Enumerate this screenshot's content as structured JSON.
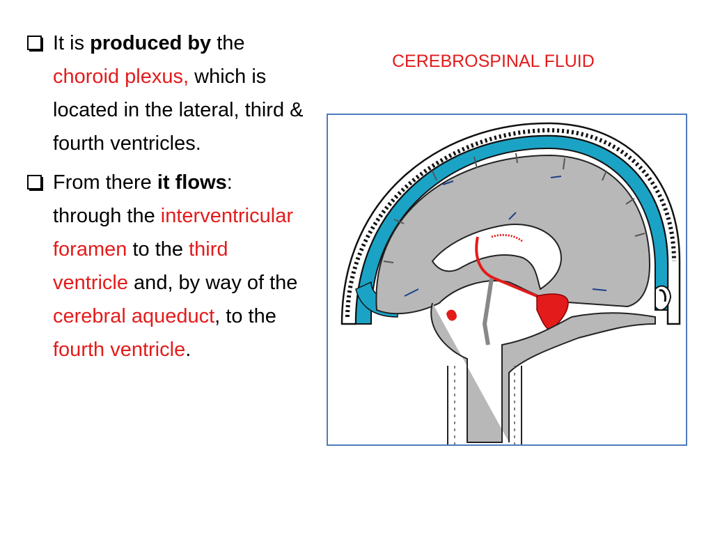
{
  "slide": {
    "title": "CEREBROSPINAL FLUID",
    "bullets": [
      {
        "parts": [
          {
            "text": "It is ",
            "style": "normal"
          },
          {
            "text": "produced by",
            "style": "bold"
          },
          {
            "text": " the ",
            "style": "normal"
          },
          {
            "text": "choroid plexus,",
            "style": "red"
          },
          {
            "text": " which is located in the lateral, third & fourth ventricles.",
            "style": "normal"
          }
        ]
      },
      {
        "parts": [
          {
            "text": "From there ",
            "style": "normal"
          },
          {
            "text": "it flows",
            "style": "bold"
          },
          {
            "text": ": through the ",
            "style": "normal"
          },
          {
            "text": "interventricular foramen",
            "style": "red"
          },
          {
            "text": " to the ",
            "style": "normal"
          },
          {
            "text": "third ventricle",
            "style": "red"
          },
          {
            "text": " and, by way of the ",
            "style": "normal"
          },
          {
            "text": "cerebral aqueduct",
            "style": "red"
          },
          {
            "text": ", to the ",
            "style": "normal"
          },
          {
            "text": "fourth ventricle",
            "style": "red"
          },
          {
            "text": ".",
            "style": "normal"
          }
        ]
      }
    ],
    "colors": {
      "accent_red": "#e31b1b",
      "frame_blue": "#4f7bbd",
      "csf_blue": "#1ba3c6",
      "brain_gray": "#b8b8b8"
    },
    "icons": {
      "bullet_marker": "hollow-checkbox-icon"
    },
    "figure": {
      "description_icon": "brain-sagittal-section-icon"
    }
  }
}
